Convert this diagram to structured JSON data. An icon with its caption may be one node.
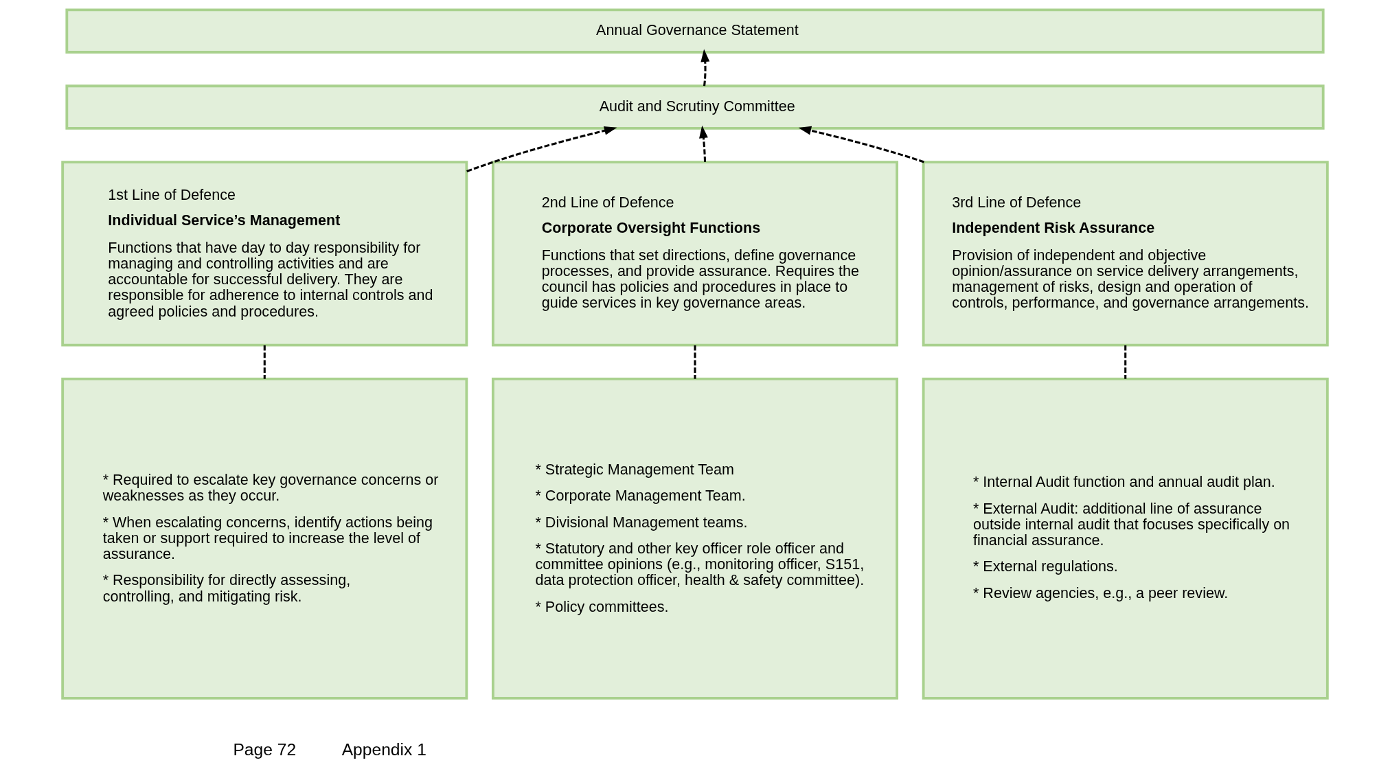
{
  "diagram": {
    "nodes": [
      {
        "text": [
          "Annual Governance Statement"
        ]
      },
      {
        "text": [
          "Audit and Scrutiny Committee"
        ]
      },
      {
        "text": [
          "1st Line of Defence",
          "Individual Service’s Management",
          "Functions that have day to day responsibility for managing and controlling activities and are accountable for successful delivery. They are responsible for adherence to internal controls and agreed policies and procedures."
        ]
      },
      {
        "text": [
          "2nd Line of Defence",
          "Corporate Oversight Functions",
          "Functions that set directions, define governance processes, and provide assurance. Requires the council has policies and procedures in place to guide services in key governance areas."
        ]
      },
      {
        "text": [
          "3rd Line of Defence",
          "Independent Risk Assurance",
          "Provision of independent and objective opinion/assurance on service delivery arrangements, management of risks, design and operation of controls, performance, and governance arrangements."
        ]
      },
      {
        "text": [
          "* Required to escalate key governance concerns or weaknesses as they occur.",
          "* When escalating concerns, identify actions being taken or support required to increase the level of assurance.",
          "* Responsibility for directly assessing, controlling, and mitigating risk."
        ]
      },
      {
        "text": [
          "* Strategic Management Team",
          "* Corporate Management Team.",
          "* Divisional Management teams.",
          "* Statutory and other key officer role officer and committee opinions (e.g., monitoring officer, S151, data protection officer, health & safety committee).",
          "* Policy committees."
        ]
      },
      {
        "text": [
          "* Internal Audit function and annual audit plan.",
          "* External Audit: additional line of assurance outside internal audit that focuses specifically on financial assurance.",
          "* External regulations.",
          "* Review agencies, e.g., a peer review."
        ]
      }
    ],
    "edges": [
      {
        "from": 1,
        "to": 0,
        "arrow": "to",
        "style": "dashed"
      },
      {
        "from": 2,
        "to": 1,
        "arrow": "to",
        "style": "dashed"
      },
      {
        "from": 3,
        "to": 1,
        "arrow": "to",
        "style": "dashed"
      },
      {
        "from": 4,
        "to": 1,
        "arrow": "to",
        "style": "dashed"
      },
      {
        "from": 2,
        "to": 5,
        "arrow": "none",
        "style": "dashed"
      },
      {
        "from": 3,
        "to": 6,
        "arrow": "none",
        "style": "dashed"
      },
      {
        "from": 4,
        "to": 7,
        "arrow": "none",
        "style": "dashed"
      }
    ],
    "labels": [
      "Page 72",
      "Appendix 1"
    ]
  }
}
